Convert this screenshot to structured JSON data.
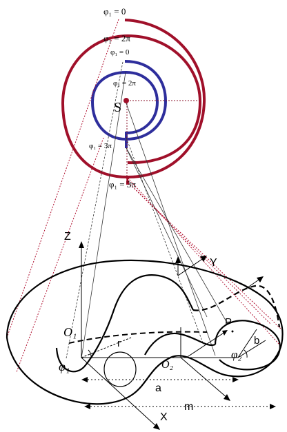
{
  "top_labels": {
    "phi0_outer": "φ₁ = 0",
    "phi2pi_outer": "φ₁ = 2π",
    "phi0_inner": "φ₁ = 0",
    "phi2pi_inner": "φ₁ = 2π",
    "phi3pi_inner": "φ₁ = 3π",
    "phi3pi_outer": "φ₁ = 3π",
    "center": "S"
  },
  "axes": {
    "z": "Z",
    "y": "Y",
    "x": "X"
  },
  "points": {
    "o1": "O₁",
    "o2": "O₂",
    "p": "P",
    "phi1": "φ₁",
    "phi2": "φ₂"
  },
  "dims": {
    "r": "r",
    "b": "b",
    "a": "a",
    "m": "m"
  },
  "colors": {
    "outer_spiral": "#a0102a",
    "inner_spiral": "#2e2e9c",
    "guide_red": "#b01030",
    "guide_black": "#333333"
  }
}
